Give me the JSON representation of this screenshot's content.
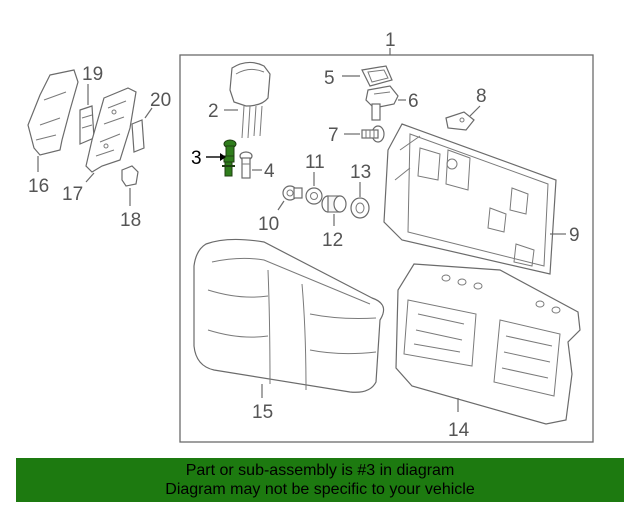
{
  "callouts": {
    "c1": "1",
    "c2": "2",
    "c3": "3",
    "c4": "4",
    "c5": "5",
    "c6": "6",
    "c7": "7",
    "c8": "8",
    "c9": "9",
    "c10": "10",
    "c11": "11",
    "c12": "12",
    "c13": "13",
    "c14": "14",
    "c15": "15",
    "c16": "16",
    "c17": "17",
    "c18": "18",
    "c19": "19",
    "c20": "20"
  },
  "highlight": {
    "part_number": "3",
    "color": "#2f7d1c"
  },
  "banner": {
    "line1": "Part or sub-assembly is #3 in diagram",
    "line2": "Diagram may not be specific to your vehicle",
    "background": "#1d7a10"
  }
}
